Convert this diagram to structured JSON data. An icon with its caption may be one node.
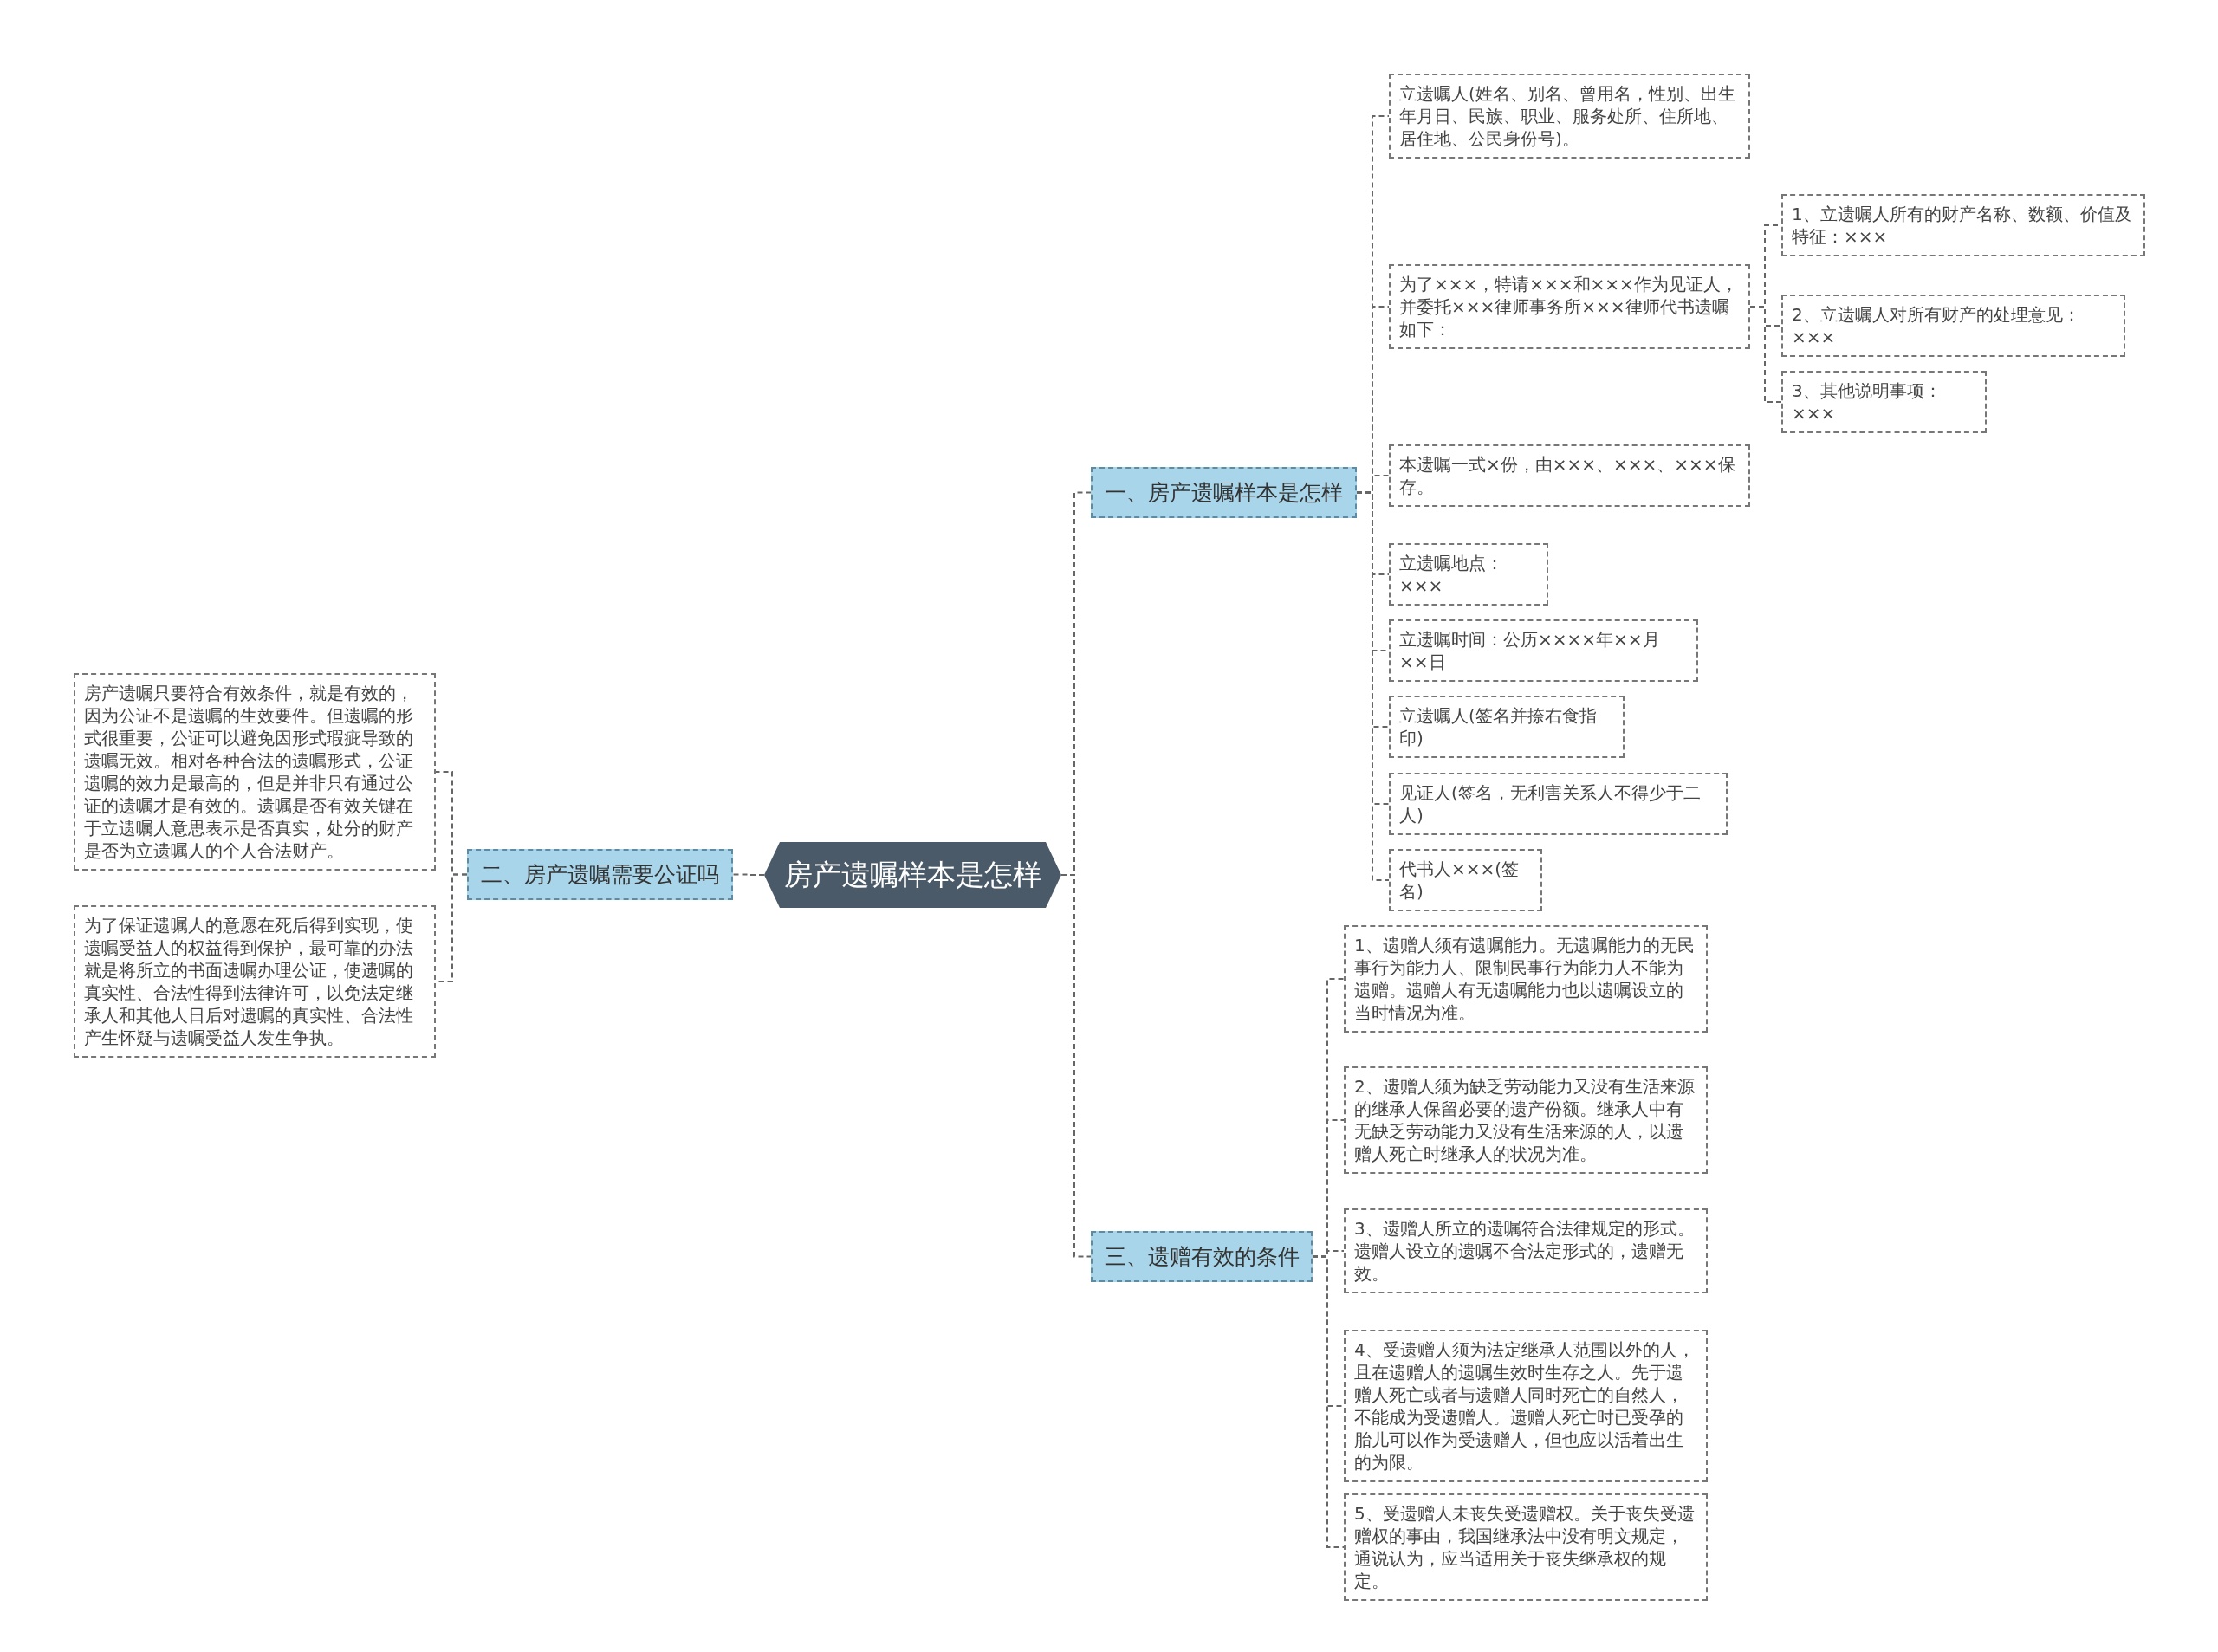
{
  "diagram": {
    "nodes": [
      {
        "text": [
          "房产遗嘱样本是怎样"
        ]
      },
      {
        "text": [
          "一、房产遗嘱样本是怎样"
        ]
      },
      {
        "text": [
          "立遗嘱人(姓名、别名、曾用名，性别、出生年月日、民族、职业、服务处所、住所地、居住地、公民身份号)。"
        ]
      },
      {
        "text": [
          "为了×××，特请×××和×××作为见证人，并委托×××律师事务所×××律师代书遗嘱如下："
        ]
      },
      {
        "text": [
          "1、立遗嘱人所有的财产名称、数额、价值及特征：×××"
        ]
      },
      {
        "text": [
          "2、立遗嘱人对所有财产的处理意见：×××"
        ]
      },
      {
        "text": [
          "3、其他说明事项：×××"
        ]
      },
      {
        "text": [
          "本遗嘱一式×份，由×××、×××、×××保存。"
        ]
      },
      {
        "text": [
          "立遗嘱地点：×××"
        ]
      },
      {
        "text": [
          "立遗嘱时间：公历××××年××月××日"
        ]
      },
      {
        "text": [
          "立遗嘱人(签名并捺右食指印)"
        ]
      },
      {
        "text": [
          "见证人(签名，无利害关系人不得少于二人)"
        ]
      },
      {
        "text": [
          "代书人×××(签名)"
        ]
      },
      {
        "text": [
          "三、遗赠有效的条件"
        ]
      },
      {
        "text": [
          "1、遗赠人须有遗嘱能力。无遗嘱能力的无民事行为能力人、限制民事行为能力人不能为遗赠。遗赠人有无遗嘱能力也以遗嘱设立的当时情况为准。"
        ]
      },
      {
        "text": [
          "2、遗赠人须为缺乏劳动能力又没有生活来源的继承人保留必要的遗产份额。继承人中有无缺乏劳动能力又没有生活来源的人，以遗赠人死亡时继承人的状况为准。"
        ]
      },
      {
        "text": [
          "3、遗赠人所立的遗嘱符合法律规定的形式。遗赠人设立的遗嘱不合法定形式的，遗赠无效。"
        ]
      },
      {
        "text": [
          "4、受遗赠人须为法定继承人范围以外的人，且在遗赠人的遗嘱生效时生存之人。先于遗赠人死亡或者与遗赠人同时死亡的自然人，不能成为受遗赠人。遗赠人死亡时已受孕的胎儿可以作为受遗赠人，但也应以活着出生的为限。"
        ]
      },
      {
        "text": [
          "5、受遗赠人未丧失受遗赠权。关于丧失受遗赠权的事由，我国继承法中没有明文规定，通说认为，应当适用关于丧失继承权的规定。"
        ]
      },
      {
        "text": [
          "二、房产遗嘱需要公证吗"
        ]
      },
      {
        "text": [
          "房产遗嘱只要符合有效条件，就是有效的，因为公证不是遗嘱的生效要件。但遗嘱的形式很重要，公证可以避免因形式瑕疵导致的遗嘱无效。相对各种合法的遗嘱形式，公证遗嘱的效力是最高的，但是并非只有通过公证的遗嘱才是有效的。遗嘱是否有效关键在于立遗嘱人意思表示是否真实，处分的财产是否为立遗嘱人的个人合法财产。"
        ]
      },
      {
        "text": [
          "为了保证遗嘱人的意愿在死后得到实现，使遗嘱受益人的权益得到保护，最可靠的办法就是将所立的书面遗嘱办理公证，使遗嘱的真实性、合法性得到法律许可，以免法定继承人和其他人日后对遗嘱的真实性、合法性产生怀疑与遗嘱受益人发生争执。"
        ]
      }
    ],
    "edges": [
      {
        "from": 0,
        "to": 1,
        "arrow": "none"
      },
      {
        "from": 1,
        "to": 2,
        "arrow": "none"
      },
      {
        "from": 1,
        "to": 3,
        "arrow": "none"
      },
      {
        "from": 3,
        "to": 4,
        "arrow": "none"
      },
      {
        "from": 3,
        "to": 5,
        "arrow": "none"
      },
      {
        "from": 3,
        "to": 6,
        "arrow": "none"
      },
      {
        "from": 1,
        "to": 7,
        "arrow": "none"
      },
      {
        "from": 1,
        "to": 8,
        "arrow": "none"
      },
      {
        "from": 1,
        "to": 9,
        "arrow": "none"
      },
      {
        "from": 1,
        "to": 10,
        "arrow": "none"
      },
      {
        "from": 1,
        "to": 11,
        "arrow": "none"
      },
      {
        "from": 1,
        "to": 12,
        "arrow": "none"
      },
      {
        "from": 0,
        "to": 13,
        "arrow": "none"
      },
      {
        "from": 13,
        "to": 14,
        "arrow": "none"
      },
      {
        "from": 13,
        "to": 15,
        "arrow": "none"
      },
      {
        "from": 13,
        "to": 16,
        "arrow": "none"
      },
      {
        "from": 13,
        "to": 17,
        "arrow": "none"
      },
      {
        "from": 13,
        "to": 18,
        "arrow": "none"
      },
      {
        "from": 0,
        "to": 19,
        "arrow": "none"
      },
      {
        "from": 19,
        "to": 20,
        "arrow": "none"
      },
      {
        "from": 19,
        "to": 21,
        "arrow": "none"
      }
    ]
  }
}
